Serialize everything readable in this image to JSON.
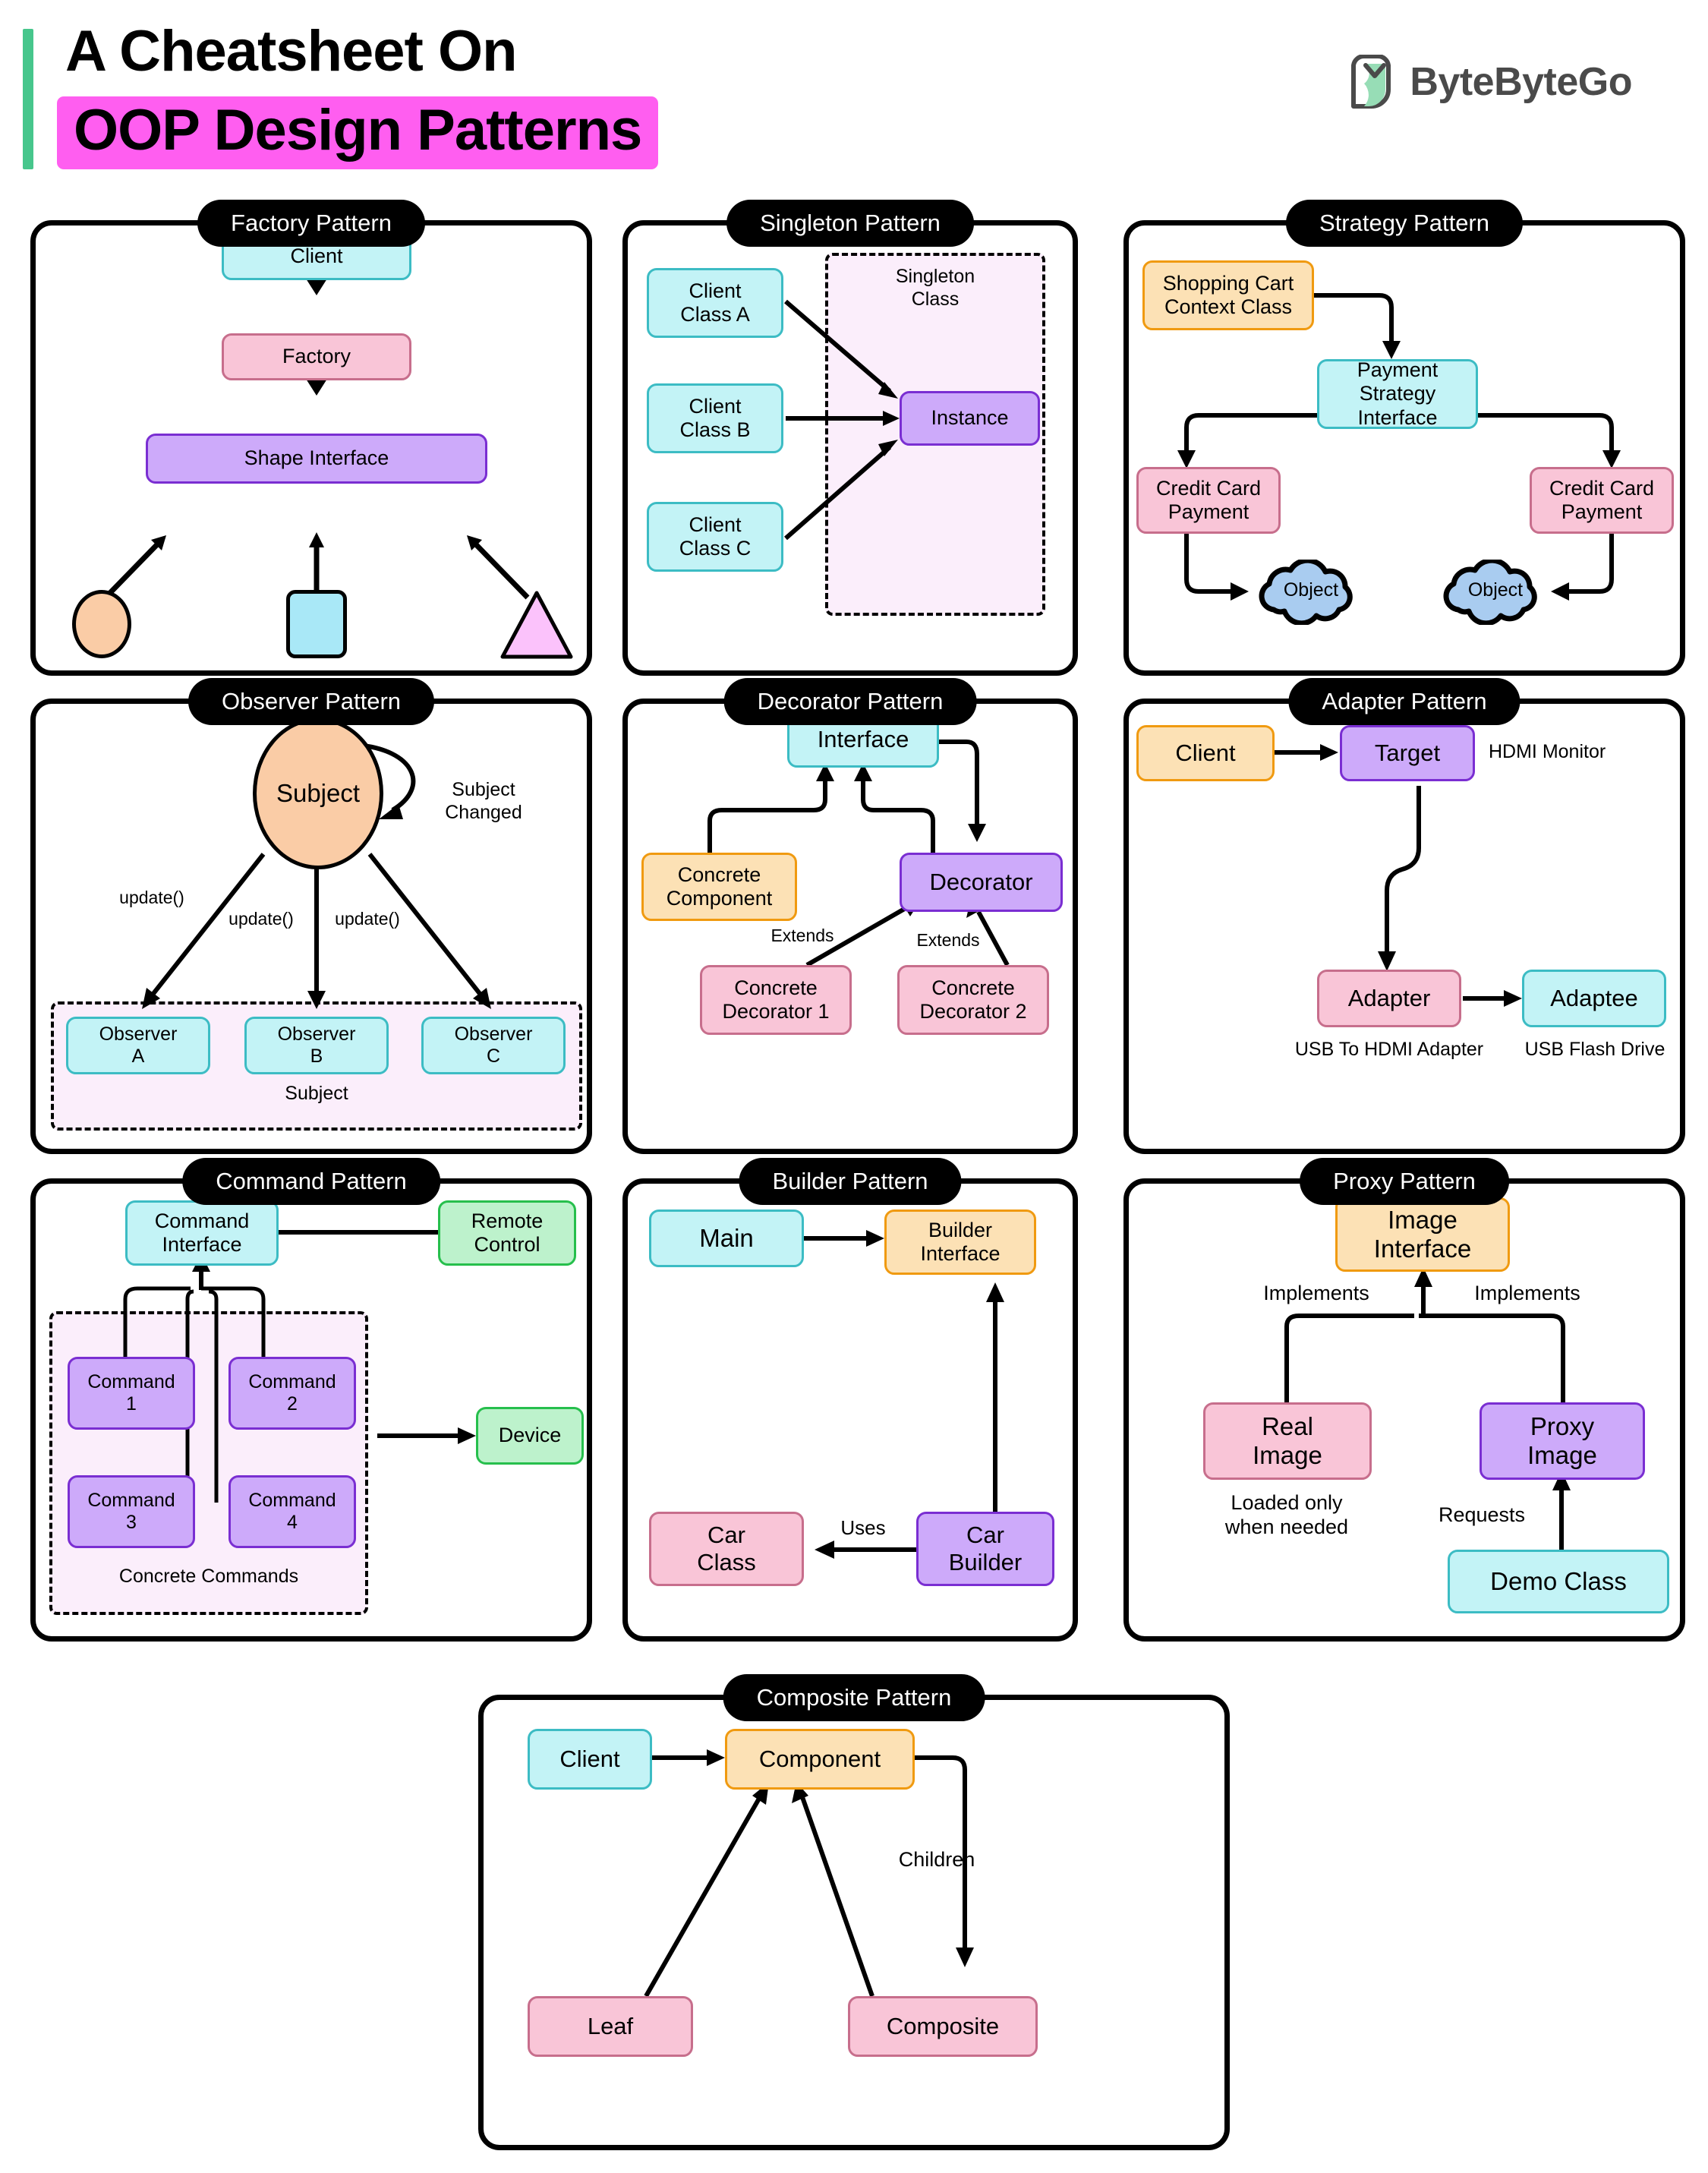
{
  "header": {
    "title_line1": "A Cheatsheet On",
    "title_line2": "OOP Design Patterns",
    "brand_name": "ByteByteGo",
    "accent_color": "#47c68c",
    "highlight_color": "#ff5ef0"
  },
  "palette": {
    "cyan_fill": "#c3f3f6",
    "cyan_border": "#3cbcc4",
    "pink_fill": "#f9c5d7",
    "pink_border": "#c76e8c",
    "purple_fill": "#cdaafa",
    "purple_border": "#7a2ed2",
    "orange_fill": "#fce1b5",
    "orange_border": "#f09a10",
    "green_fill": "#bdf2cc",
    "green_border": "#26bf4c",
    "dashed_fill": "#fbeefb",
    "cloud_fill": "#a9ccf0",
    "circle_fill": "#facca6",
    "square_fill": "#a9e8f7",
    "triangle_fill": "#fbc2fb"
  },
  "cards": {
    "factory": {
      "title": "Factory Pattern",
      "nodes": {
        "client": "Client",
        "factory": "Factory",
        "shape_interface": "Shape Interface"
      },
      "shapes": [
        "circle-shape",
        "square-shape",
        "triangle-shape"
      ]
    },
    "singleton": {
      "title": "Singleton Pattern",
      "nodes": {
        "client_a": "Client\nClass A",
        "client_b": "Client\nClass B",
        "client_c": "Client\nClass C",
        "instance": "Instance"
      },
      "group_label": "Singleton\nClass"
    },
    "strategy": {
      "title": "Strategy Pattern",
      "nodes": {
        "context": "Shopping Cart\nContext Class",
        "interface": "Payment Strategy\nInterface",
        "left_payment": "Credit Card\nPayment",
        "right_payment": "Credit Card\nPayment",
        "left_object": "Object",
        "right_object": "Object"
      }
    },
    "observer": {
      "title": "Observer Pattern",
      "nodes": {
        "subject": "Subject",
        "observer_a": "Observer\nA",
        "observer_b": "Observer\nB",
        "observer_c": "Observer\nC"
      },
      "labels": {
        "subject_changed": "Subject\nChanged",
        "update1": "update()",
        "update2": "update()",
        "update3": "update()",
        "group": "Subject"
      }
    },
    "decorator": {
      "title": "Decorator Pattern",
      "nodes": {
        "interface": "Interface",
        "concrete_component": "Concrete\nComponent",
        "decorator": "Decorator",
        "concrete_decorator_1": "Concrete\nDecorator 1",
        "concrete_decorator_2": "Concrete\nDecorator 2"
      },
      "labels": {
        "extends_left": "Extends",
        "extends_right": "Extends"
      }
    },
    "adapter": {
      "title": "Adapter Pattern",
      "nodes": {
        "client": "Client",
        "target": "Target",
        "adapter": "Adapter",
        "adaptee": "Adaptee"
      },
      "labels": {
        "hdmi_monitor": "HDMI Monitor",
        "usb_to_hdmi": "USB To HDMI Adapter",
        "usb_flash": "USB Flash Drive"
      }
    },
    "command": {
      "title": "Command Pattern",
      "nodes": {
        "command_interface": "Command\nInterface",
        "remote_control": "Remote\nControl",
        "command1": "Command\n1",
        "command2": "Command\n2",
        "command3": "Command\n3",
        "command4": "Command\n4",
        "device": "Device"
      },
      "labels": {
        "group": "Concrete Commands"
      }
    },
    "builder": {
      "title": "Builder Pattern",
      "nodes": {
        "main": "Main",
        "builder_interface": "Builder\nInterface",
        "car_class": "Car\nClass",
        "car_builder": "Car\nBuilder"
      },
      "labels": {
        "uses": "Uses"
      }
    },
    "proxy": {
      "title": "Proxy Pattern",
      "nodes": {
        "image_interface": "Image\nInterface",
        "real_image": "Real\nImage",
        "proxy_image": "Proxy\nImage",
        "demo_class": "Demo Class"
      },
      "labels": {
        "implements_left": "Implements",
        "implements_right": "Implements",
        "loaded_note": "Loaded only\nwhen needed",
        "requests": "Requests"
      }
    },
    "composite": {
      "title": "Composite Pattern",
      "nodes": {
        "client": "Client",
        "component": "Component",
        "leaf": "Leaf",
        "composite": "Composite"
      },
      "labels": {
        "children": "Children"
      }
    }
  }
}
